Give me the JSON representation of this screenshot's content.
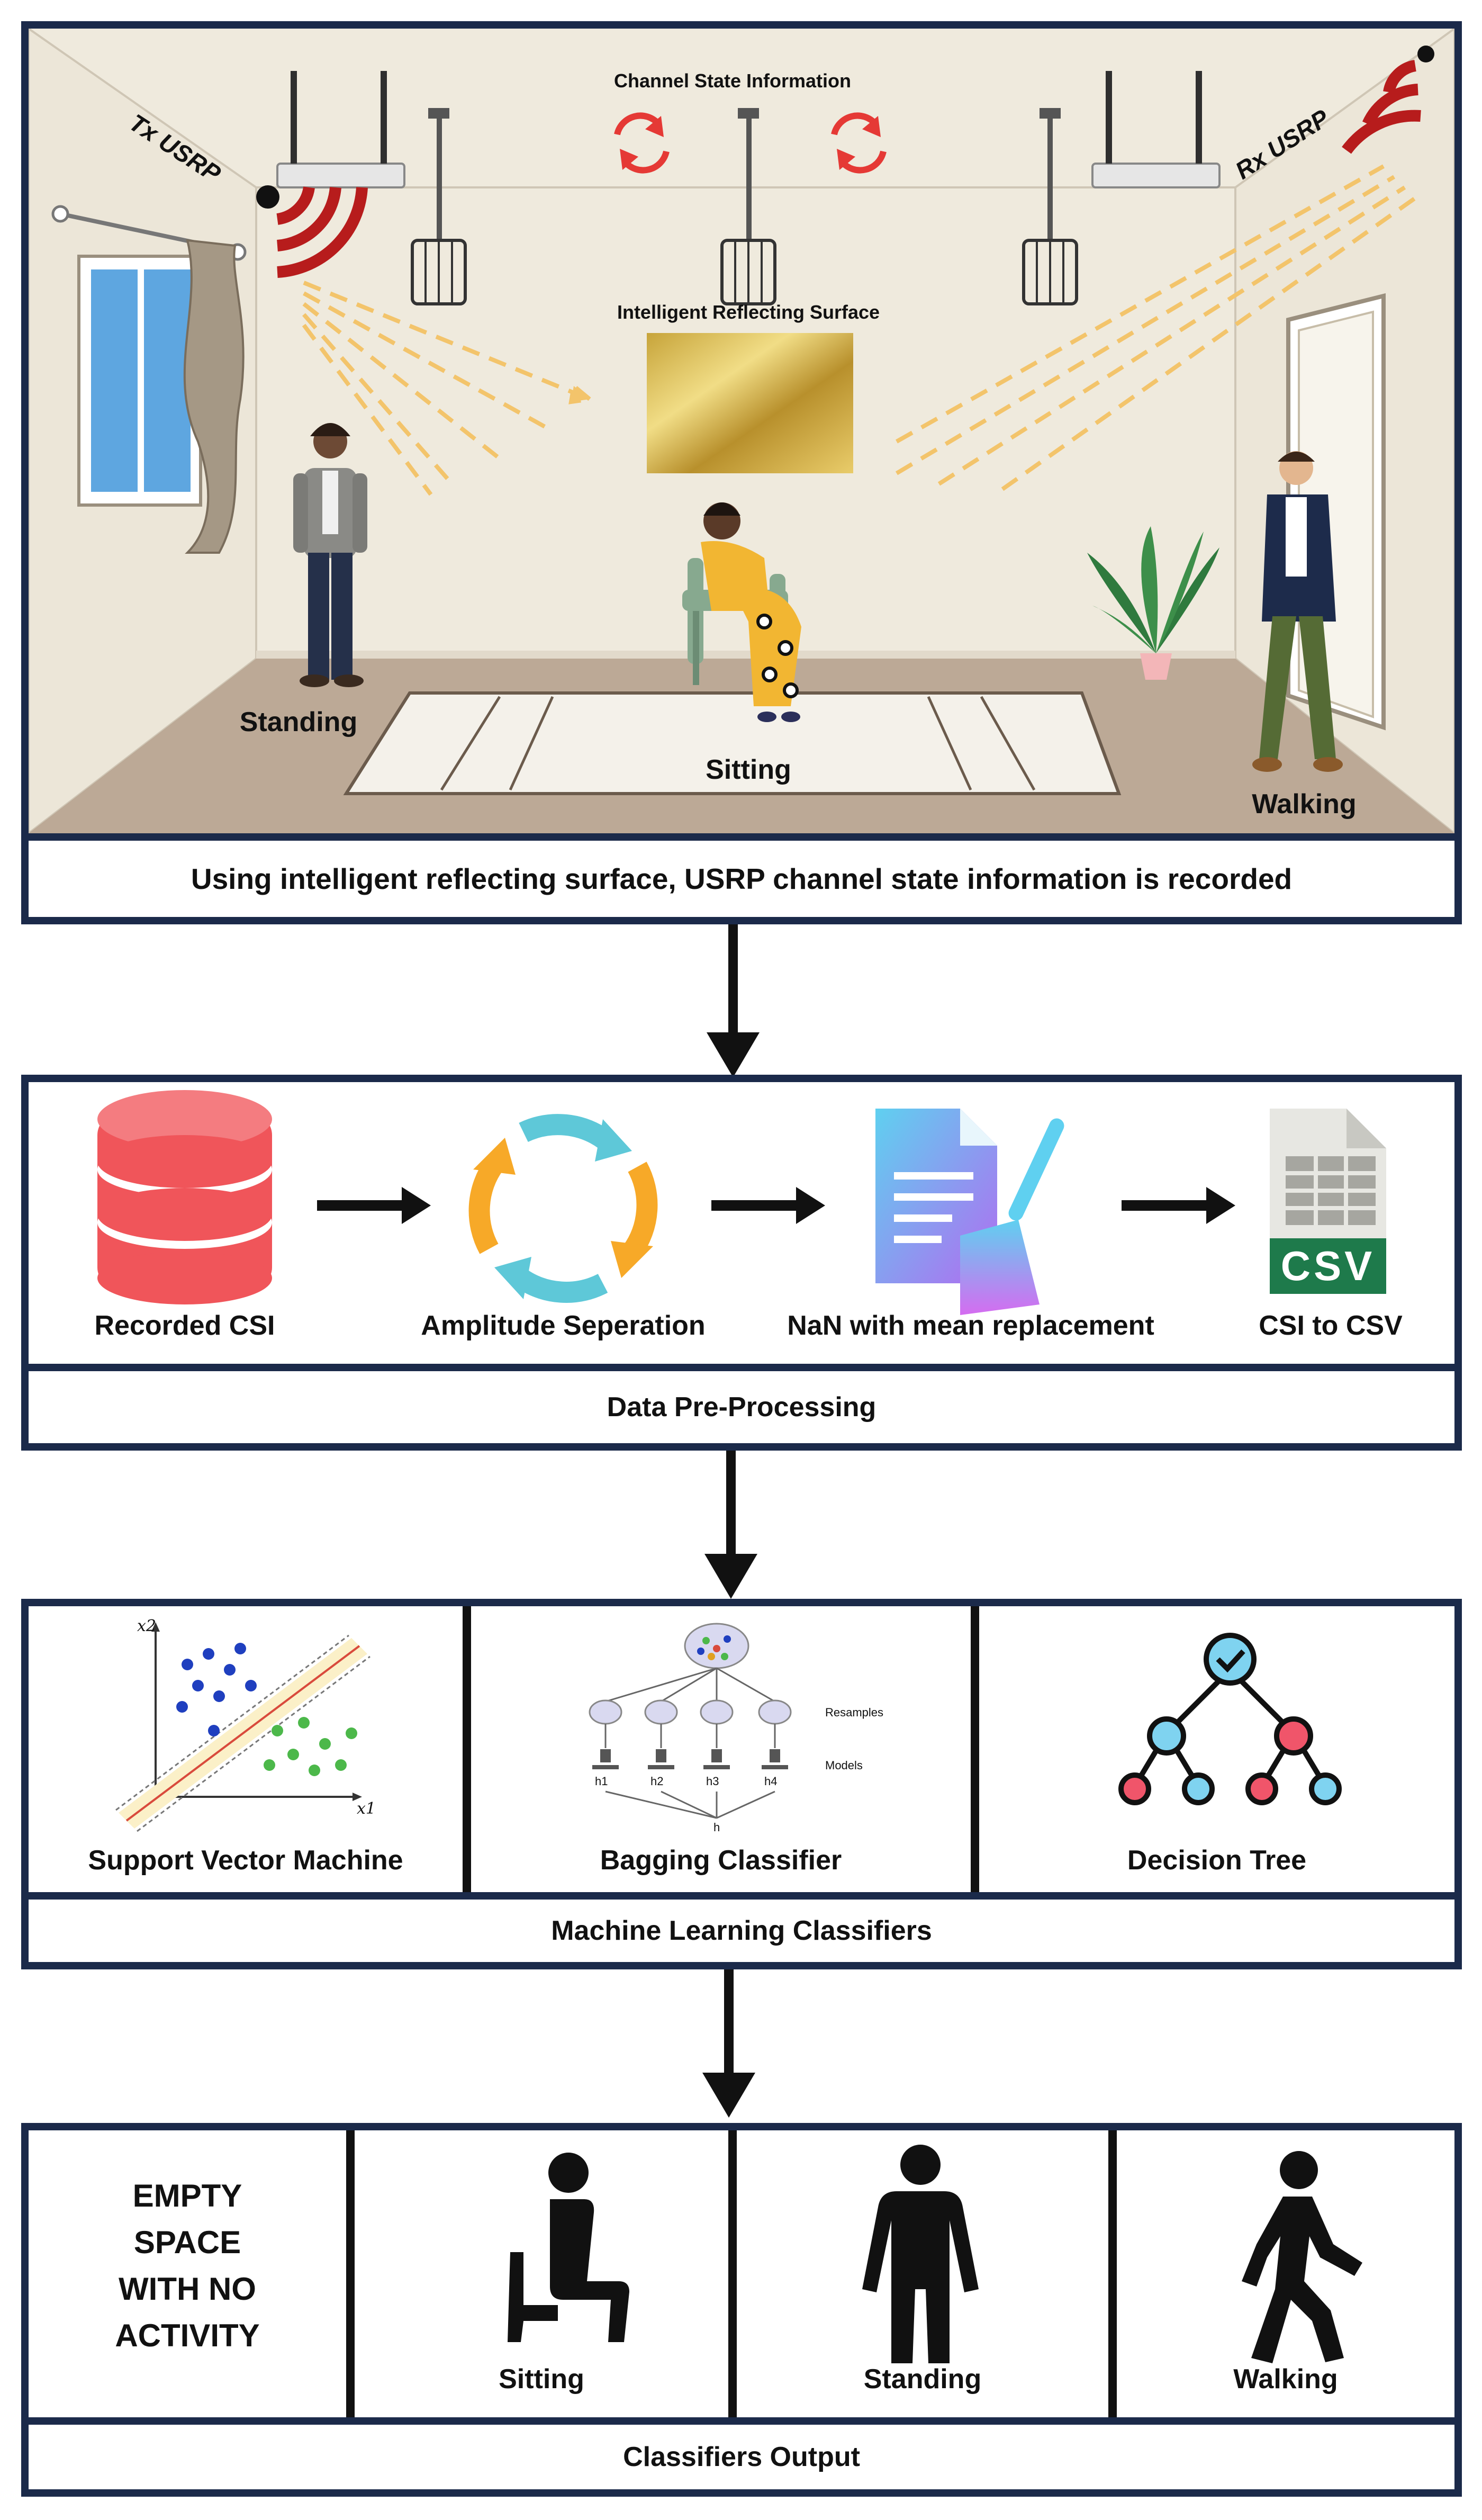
{
  "scene": {
    "tx_label": "Tx USRP",
    "rx_label": "Rx USRP",
    "csi_label": "Channel State Information",
    "irs_label": "Intelligent Reflecting Surface",
    "standing_label": "Standing",
    "sitting_label": "Sitting",
    "walking_label": "Walking",
    "caption": "Using intelligent reflecting surface, USRP channel state information is recorded"
  },
  "preprocessing": {
    "steps": [
      {
        "label": "Recorded CSI",
        "icon": "database-icon"
      },
      {
        "label": "Amplitude Seperation",
        "icon": "cycle-arrows-icon"
      },
      {
        "label": "NaN with mean replacement",
        "icon": "document-broom-icon"
      },
      {
        "label": "CSI to CSV",
        "icon": "csv-file-icon"
      }
    ],
    "csv_badge": "CSV",
    "title": "Data Pre-Processing"
  },
  "classifiers": {
    "items": [
      {
        "label": "Support Vector Machine",
        "icon": "svm-plot-icon"
      },
      {
        "label": "Bagging Classifier",
        "icon": "bagging-tree-icon"
      },
      {
        "label": "Decision Tree",
        "icon": "decision-tree-icon"
      }
    ],
    "svm_x1": "x1",
    "svm_x2": "x2",
    "bagging_resamples": "Resamples",
    "bagging_models": "Models",
    "bagging_h": [
      "h1",
      "h2",
      "h3",
      "h4"
    ],
    "bagging_out": "h",
    "title": "Machine Learning Classifiers"
  },
  "output": {
    "empty_lines": [
      "EMPTY",
      "SPACE",
      "WITH NO",
      "ACTIVITY"
    ],
    "sitting_label": "Sitting",
    "standing_label": "Standing",
    "walking_label": "Walking",
    "title": "Classifiers Output"
  },
  "colors": {
    "frame": "#1b2a4a",
    "wall": "#efeadd",
    "floor": "#bca996",
    "signal": "#b71c1c",
    "beam": "#f3c46b",
    "db": "#f0555a",
    "csv_green": "#1e7a4b"
  }
}
